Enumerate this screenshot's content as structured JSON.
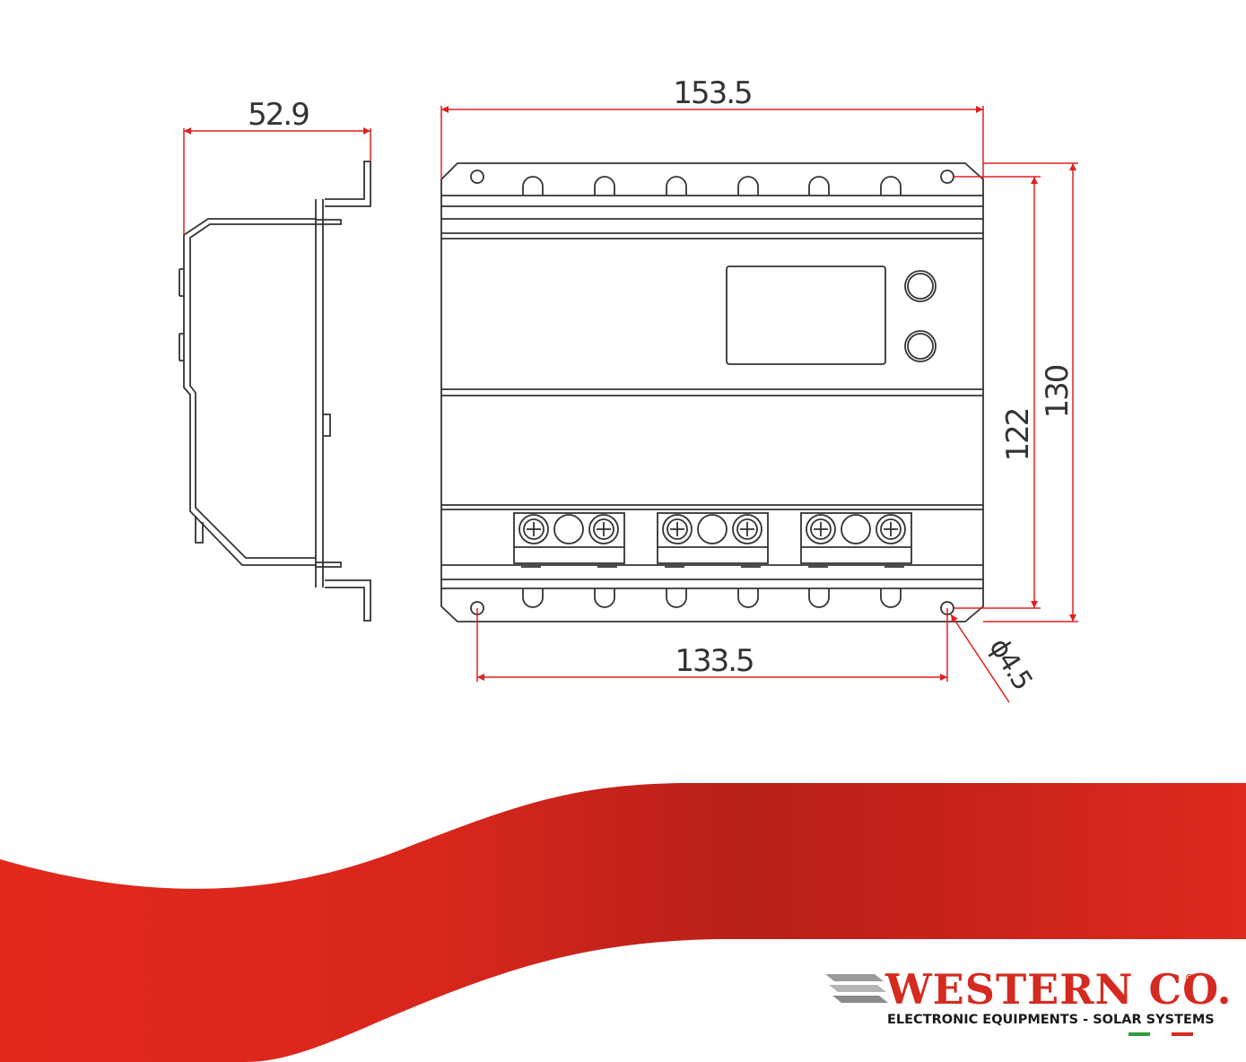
{
  "drawing": {
    "dimensions": {
      "side_depth": "52.9",
      "front_width": "153.5",
      "mount_spacing": "133.5",
      "inner_height": "122",
      "total_height": "130",
      "hole_diameter": "ϕ4.5"
    }
  },
  "brand": {
    "name": "WESTERN CO.",
    "registered": "®",
    "tagline": "ELECTRONIC EQUIPMENTS - SOLAR SYSTEMS"
  },
  "colors": {
    "dimension_line": "#e02020",
    "outline": "#333333",
    "brand_red": "#d52a20",
    "flag_green": "#2f9d3d"
  }
}
